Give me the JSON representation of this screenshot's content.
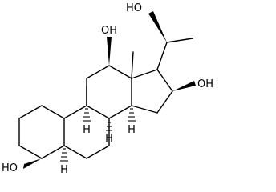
{
  "labels": {
    "oh_c20": "HO",
    "oh_c12": "OH",
    "oh_c16": "OH",
    "oh_c3": "HO",
    "h_c9": "H",
    "h_c8": "H",
    "h_c14": "H",
    "h_c5": "H"
  },
  "colors": {
    "ink": "#000000",
    "background": "#ffffff"
  }
}
